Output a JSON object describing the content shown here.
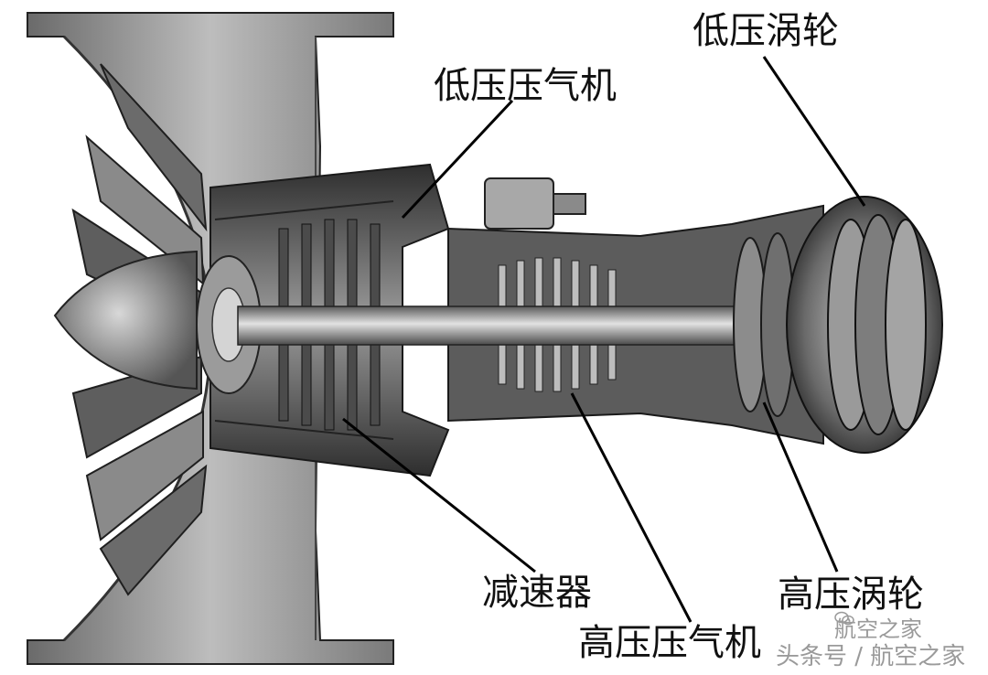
{
  "labels": {
    "low_pressure_turbine": "低压涡轮",
    "low_pressure_compressor": "低压压气机",
    "gearbox": "减速器",
    "high_pressure_turbine": "高压涡轮",
    "high_pressure_compressor": "高压压气机"
  },
  "watermark": {
    "account": "航空之家",
    "platform": "头条号 / 航空之家",
    "icon": "wechat-icon"
  },
  "colors": {
    "metal_dark": "#3a3a3a",
    "metal_mid": "#7a7a7a",
    "metal_light": "#c8c8c8",
    "leader_line": "#000000"
  }
}
